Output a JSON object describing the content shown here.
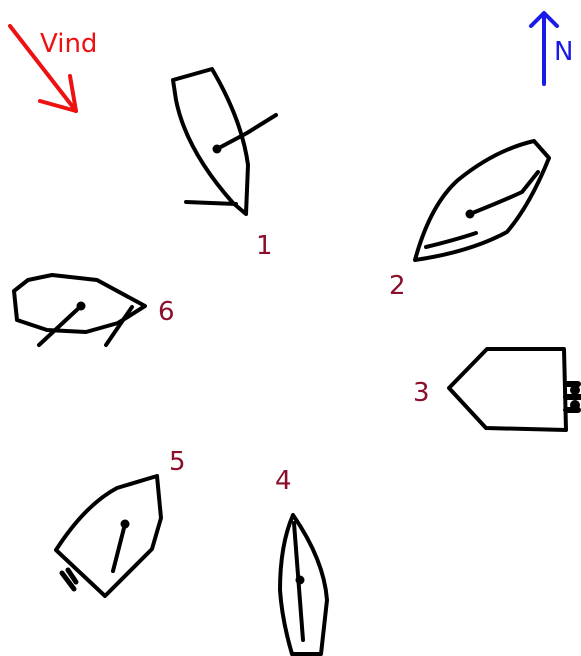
{
  "wind": {
    "label": "Vind",
    "color": "#ee1111"
  },
  "north": {
    "label": "N",
    "color": "#1a1ae6"
  },
  "boat_label_color": "#8b0f2a",
  "boats": [
    {
      "id": "1",
      "label": "1"
    },
    {
      "id": "2",
      "label": "2"
    },
    {
      "id": "3",
      "label": "3"
    },
    {
      "id": "4",
      "label": "4"
    },
    {
      "id": "5",
      "label": "5"
    },
    {
      "id": "6",
      "label": "6"
    }
  ]
}
